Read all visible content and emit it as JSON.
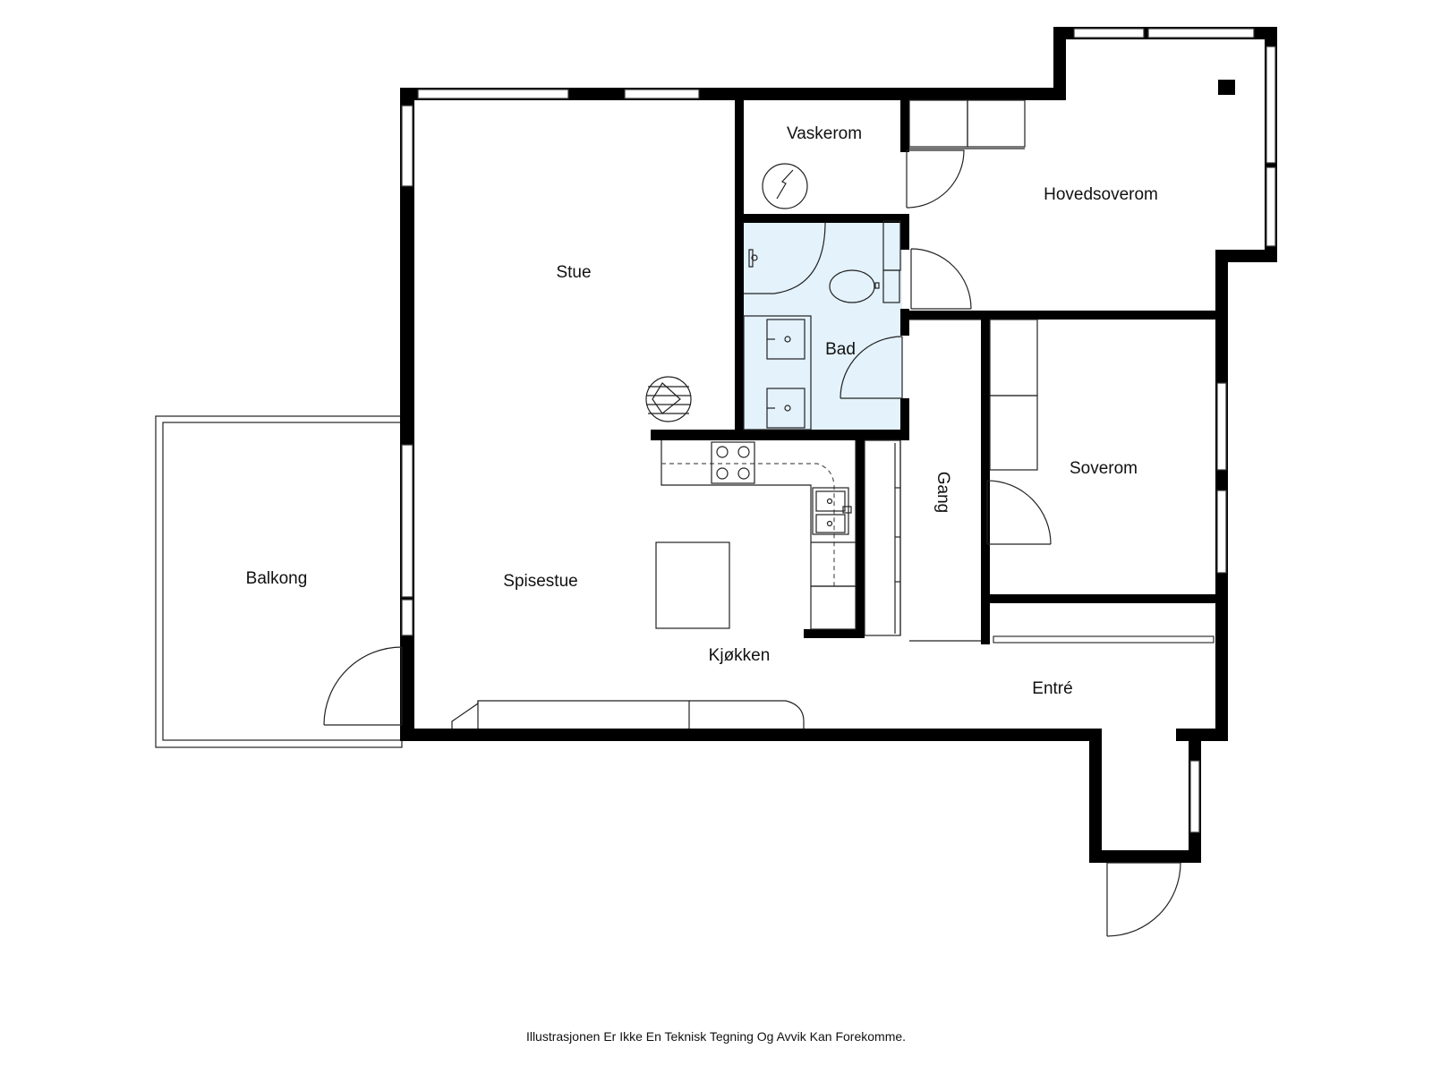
{
  "rooms": {
    "stue": "Stue",
    "vaskerom": "Vaskerom",
    "hovedsoverom": "Hovedsoverom",
    "bad": "Bad",
    "gang": "Gang",
    "soverom": "Soverom",
    "balkong": "Balkong",
    "spisestue": "Spisestue",
    "kjokken": "Kjøkken",
    "entre": "Entré"
  },
  "disclaimer": "Illustrasjonen Er Ikke En Teknisk Tegning Og Avvik Kan Forekomme.",
  "colors": {
    "bathroom_fill": "#e3f2fb",
    "wall": "#000000"
  }
}
